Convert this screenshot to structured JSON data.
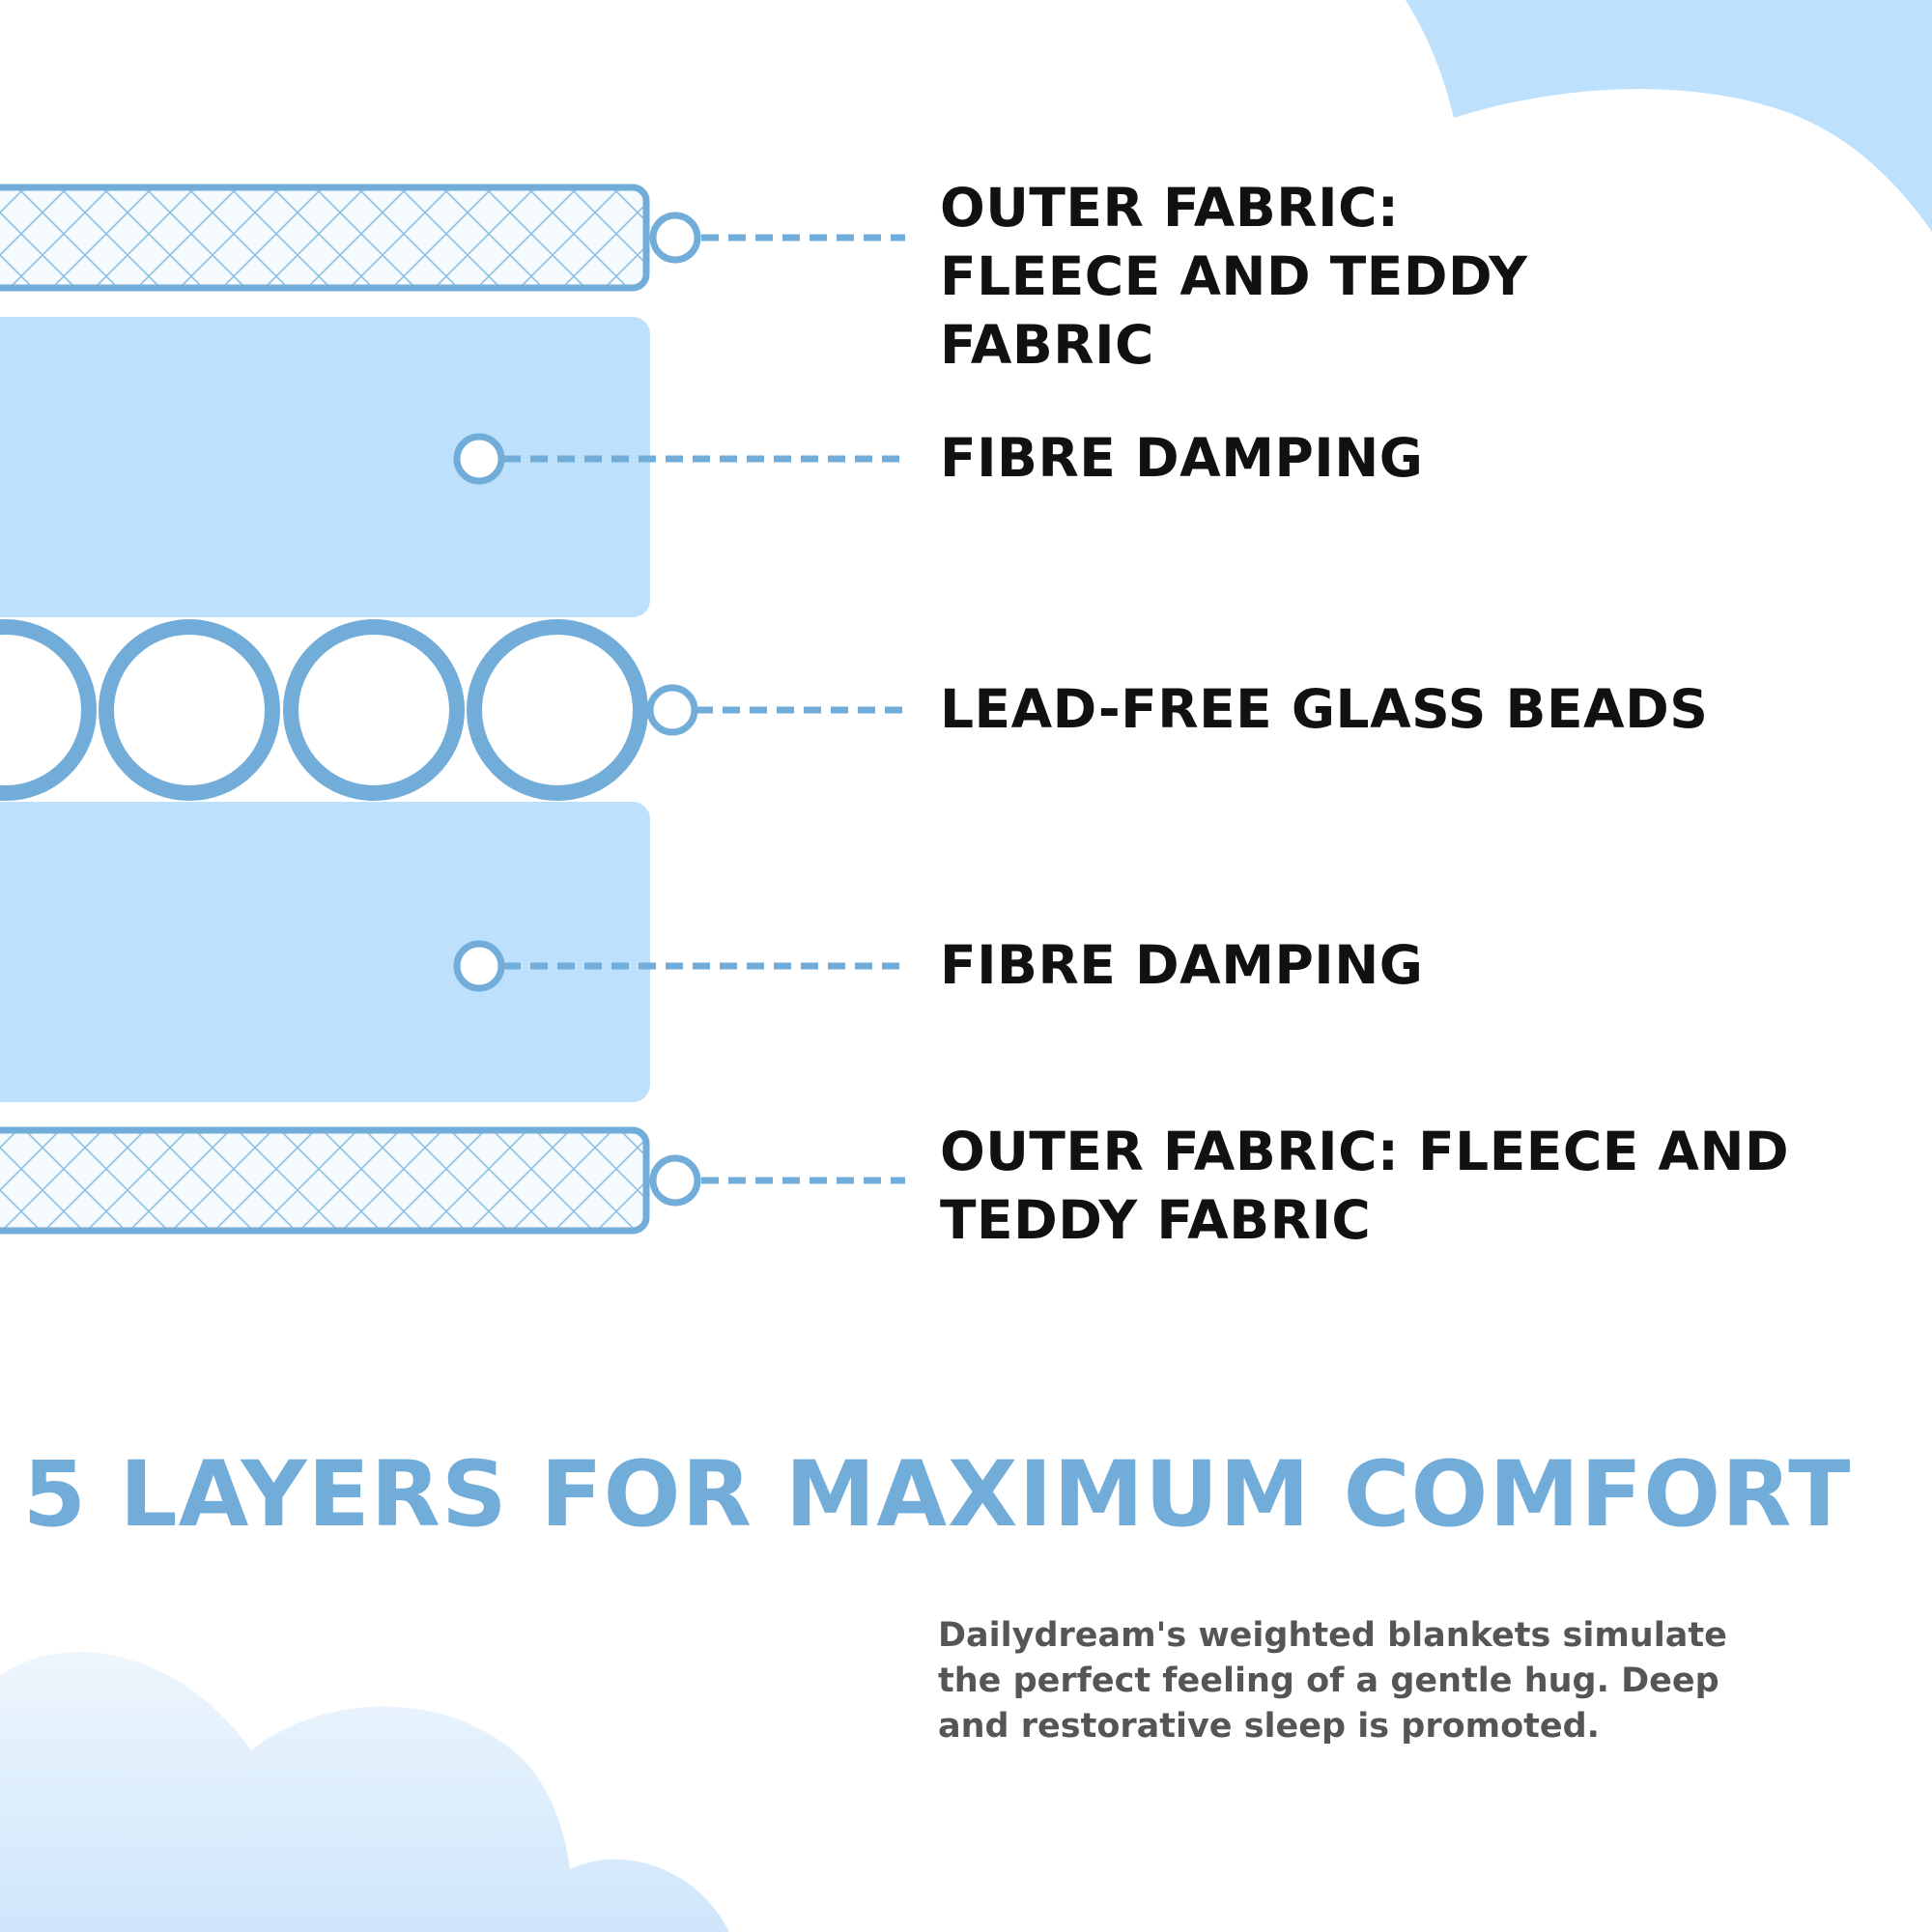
{
  "colors": {
    "light_blue": "#bde0fc",
    "outline_blue": "#72acd8",
    "text_dark": "#111111",
    "text_grey": "#555555"
  },
  "layers": [
    {
      "type": "outer-fabric",
      "label": "OUTER FABRIC: FLEECE AND TEDDY FABRIC",
      "icon": "crosshatch-fabric-icon"
    },
    {
      "type": "fibre-damping",
      "label": "FIBRE DAMPING",
      "icon": "fibre-pad-icon"
    },
    {
      "type": "glass-beads",
      "label": "LEAD-FREE GLASS BEADS",
      "icon": "bead-circles-icon"
    },
    {
      "type": "fibre-damping",
      "label": "FIBRE DAMPING",
      "icon": "fibre-pad-icon"
    },
    {
      "type": "outer-fabric",
      "label": "OUTER FABRIC: FLEECE AND TEDDY FABRIC",
      "icon": "crosshatch-fabric-icon"
    }
  ],
  "headline": "5 LAYERS FOR MAXIMUM COMFORT",
  "description": "Dailydream's weighted blankets simulate the perfect feeling of a gentle hug. Deep and restorative sleep is promoted."
}
